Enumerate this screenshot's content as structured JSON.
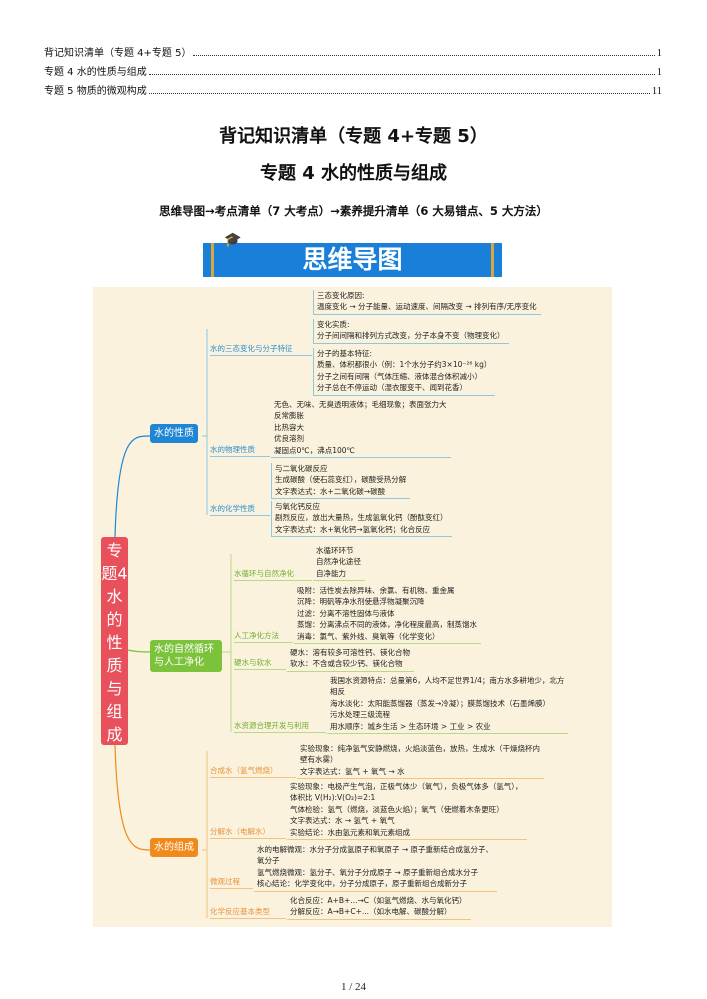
{
  "toc": [
    {
      "title": "背记知识清单（专题 4+专题 5）",
      "page": "1"
    },
    {
      "title": "专题 4  水的性质与组成",
      "page": "1"
    },
    {
      "title": "专题 5  物质的微观构成",
      "page": "11"
    }
  ],
  "title": "背记知识清单（专题 4+专题 5）",
  "subtitle": "专题 4  水的性质与组成",
  "roadmap": "思维导图→考点清单（7 大考点）→素养提升清单（6 大易错点、5 大方法）",
  "banner": "思维导图",
  "mindmap": {
    "root": "专题4水的性质与组成",
    "branches": [
      {
        "label": "水的性质",
        "color": "#1e86d4",
        "line": "#8cc8e6",
        "text": "#2a8fd0",
        "subs": [
          {
            "label": "水的三态变化与分子特征",
            "groups": [
              [
                "三态变化原因:",
                "温度变化 → 分子能量、运动速度、间隔改变 → 排列有序/无序变化"
              ],
              [
                "变化实质:",
                "分子间间隔和排列方式改变，分子本身不变（物理变化）"
              ],
              [
                "分子的基本特征:",
                "质量、体积都很小（例：1个水分子约3×10⁻²⁶ kg）",
                "分子之间有间隔（气体压缩、液体混合体积减小）",
                "分子总在不停运动（湿衣服变干、闻到花香）"
              ]
            ]
          },
          {
            "label": "水的物理性质",
            "groups": [
              [
                "无色、无味、无臭透明液体；毛细现象；表面张力大",
                "反常膨胀",
                "比热容大",
                "优良溶剂",
                "凝固点0℃，沸点100℃"
              ]
            ]
          },
          {
            "label": "水的化学性质",
            "groups": [
              [
                "与二氧化碳反应",
                "生成碳酸（使石蕊变红），碳酸受热分解",
                "文字表达式：水+二氧化碳→碳酸"
              ],
              [
                "与氧化钙反应",
                "剧烈反应，放出大量热，生成氢氧化钙（酚酞变红）",
                "文字表达式：水+氧化钙→氢氧化钙；化合反应"
              ]
            ]
          }
        ]
      },
      {
        "label": "水的自然循环与人工净化",
        "color": "#7cc23a",
        "line": "#b5dc84",
        "text": "#6fae2e",
        "subs": [
          {
            "label": "水循环与自然净化",
            "groups": [
              [
                "水循环环节",
                "自然净化途径",
                "自净能力"
              ]
            ]
          },
          {
            "label": "人工净化方法",
            "groups": [
              [
                "吸附：活性炭去除异味、余氯、有机物、重金属",
                "沉降：明矾等净水剂使悬浮物凝聚沉降",
                "过滤：分离不溶性固体与液体",
                "蒸馏：分离沸点不同的液体，净化程度最高，制蒸馏水",
                "消毒：氯气、紫外线、臭氧等（化学变化）"
              ]
            ]
          },
          {
            "label": "硬水与软水",
            "groups": [
              [
                "硬水：溶有较多可溶性钙、镁化合物",
                "软水：不含或含较少钙、镁化合物"
              ]
            ]
          },
          {
            "label": "水资源合理开发与利用",
            "groups": [
              [
                "我国水资源特点：总量第6，人均不足世界1/4；南方水多耕地少，北方",
                "相反",
                "海水淡化：太阳能蒸馏器（蒸发→冷凝）；膜蒸馏技术（石墨烯膜）",
                "污水处理三级流程",
                "用水顺序：城乡生活 > 生态环境 > 工业 > 农业"
              ]
            ]
          }
        ]
      },
      {
        "label": "水的组成",
        "color": "#f08a1c",
        "line": "#f2c27e",
        "text": "#e8923a",
        "subs": [
          {
            "label": "合成水（氢气燃烧）",
            "groups": [
              [
                "实验现象：纯净氢气安静燃烧，火焰淡蓝色，放热，生成水（干燥烧杯内",
                "壁有水雾）",
                "文字表达式：氢气 + 氧气 → 水"
              ]
            ]
          },
          {
            "label": "分解水（电解水）",
            "groups": [
              [
                "实验现象：电极产生气泡，正极气体少（氧气），负极气体多（氢气），",
                "体积比 V(H₂):V(O₂)=2:1",
                "气体检验：氢气（燃烧，淡蓝色火焰）；氧气（使燃着木条更旺）",
                "文字表达式：水 → 氢气 + 氧气",
                "实验结论：水由氢元素和氧元素组成"
              ]
            ]
          },
          {
            "label": "微观过程",
            "groups": [
              [
                "水的电解微观：水分子分成氢原子和氧原子 → 原子重新结合成氢分子、",
                "氧分子",
                "氢气燃烧微观：氢分子、氧分子分成原子 → 原子重新组合成水分子",
                "核心结论：化学变化中，分子分成原子，原子重新组合成新分子"
              ]
            ]
          },
          {
            "label": "化学反应基本类型",
            "groups": [
              [
                "化合反应：A+B+...→C（如氢气燃烧、水与氧化钙）",
                "分解反应：A→B+C+...（如水电解、碳酸分解）"
              ]
            ]
          }
        ]
      }
    ]
  },
  "footer": "1 / 24"
}
